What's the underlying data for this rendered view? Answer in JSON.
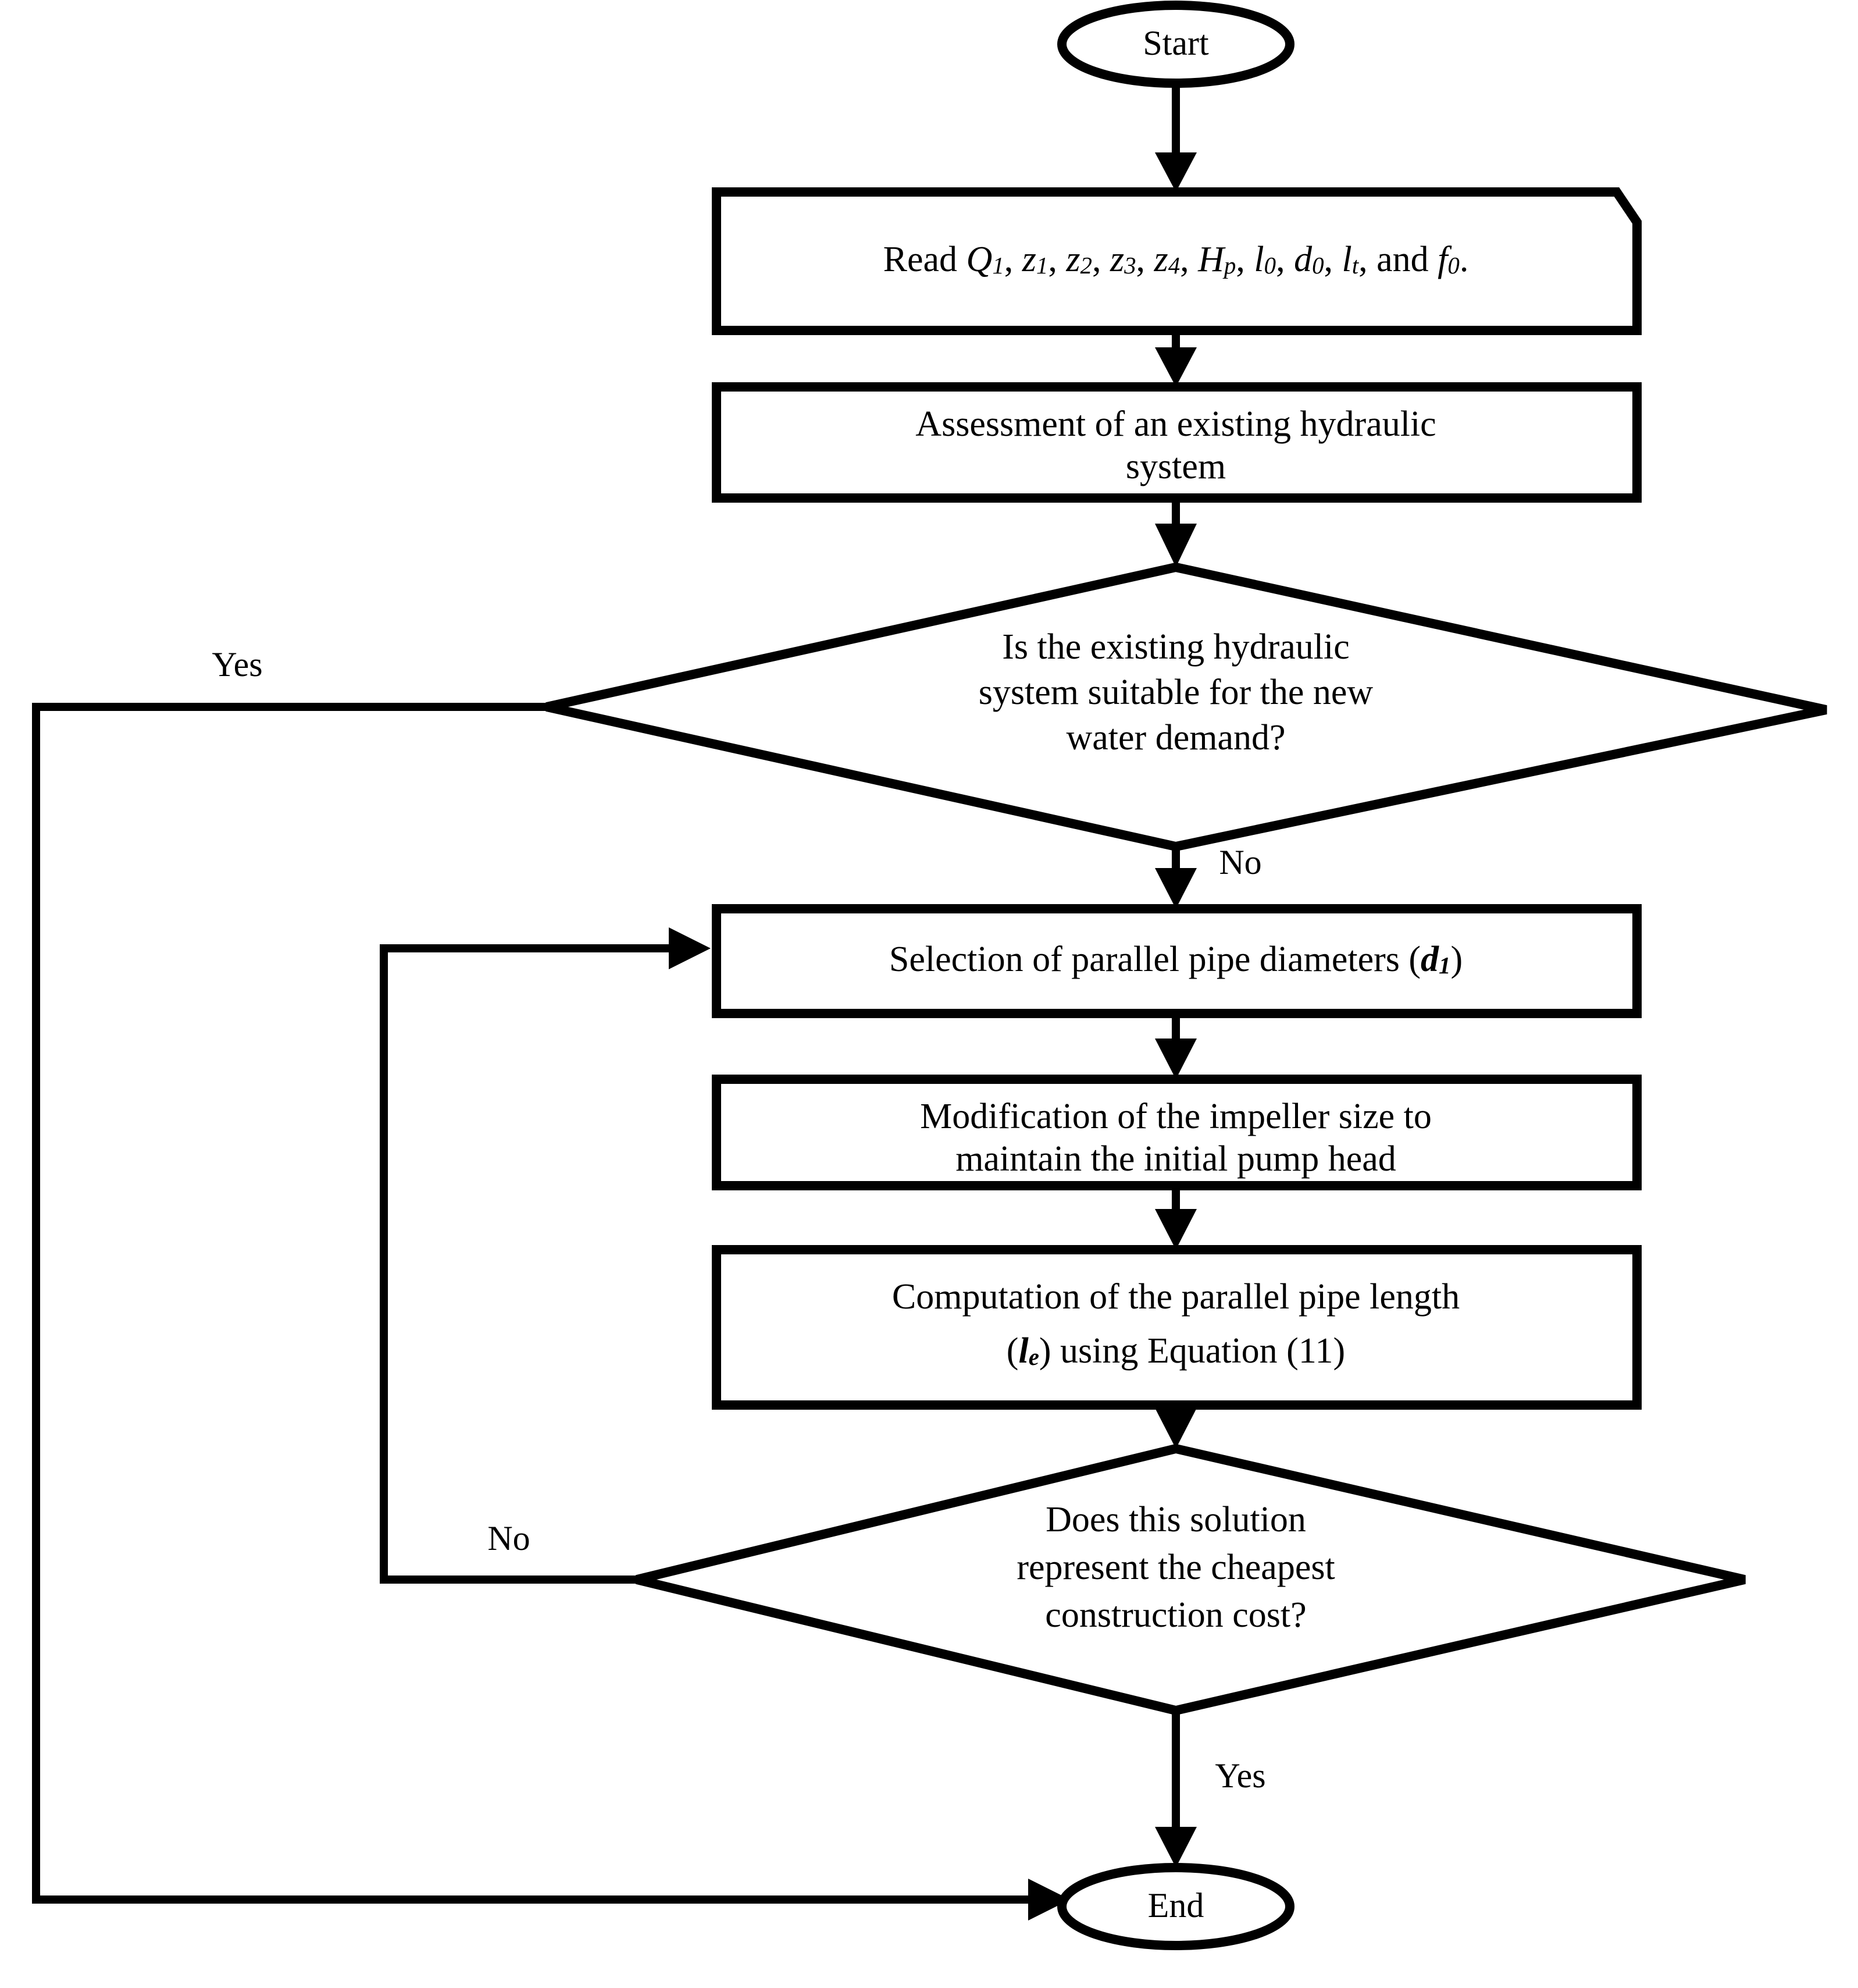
{
  "diagram": {
    "title": "Flowchart for parallel pipe design of an existing hydraulic system",
    "type": "flowchart",
    "background_color": "#ffffff",
    "line_color": "#000000",
    "fill_color": "#ffffff"
  },
  "nodes": {
    "start": {
      "id": "start",
      "shape": "terminal-oval",
      "label": "Start"
    },
    "read": {
      "id": "read",
      "shape": "input-notched-rect",
      "label": "Read Q₁, z₁, z₂, z₃, z₄, Hₚ, l₀, d₀, lₜ, and f₀.",
      "text_prefix": "Read ",
      "variables": [
        {
          "base": "Q",
          "sub": "1"
        },
        {
          "base": "z",
          "sub": "1"
        },
        {
          "base": "z",
          "sub": "2"
        },
        {
          "base": "z",
          "sub": "3"
        },
        {
          "base": "z",
          "sub": "4"
        },
        {
          "base": "H",
          "sub": "p"
        },
        {
          "base": "l",
          "sub": "0"
        },
        {
          "base": "d",
          "sub": "0"
        },
        {
          "base": "l",
          "sub": "t"
        }
      ],
      "conjunction": "and",
      "last_variable": {
        "base": "f",
        "sub": "0"
      },
      "terminator": "."
    },
    "assessment": {
      "id": "assessment",
      "shape": "process-rect",
      "label_line1": "Assessment of an existing hydraulic",
      "label_line2": "system"
    },
    "decision1": {
      "id": "decision1",
      "shape": "decision-diamond",
      "label_line1": "Is the existing hydraulic",
      "label_line2": "system suitable for the new",
      "label_line3": "water demand?",
      "yes_label": "Yes",
      "no_label": "No"
    },
    "selection": {
      "id": "selection",
      "shape": "process-rect",
      "label_prefix": "Selection of parallel pipe diameters (",
      "label_var_base": "d",
      "label_var_sub": "1",
      "label_suffix": ")"
    },
    "modification": {
      "id": "modification",
      "shape": "process-rect",
      "label_line1": "Modification of the impeller size to",
      "label_line2": "maintain the initial pump head"
    },
    "computation": {
      "id": "computation",
      "shape": "process-rect",
      "label_line1": "Computation of the parallel pipe length",
      "label_line2_prefix": "(",
      "label_line2_var_base": "l",
      "label_line2_var_sub": "e",
      "label_line2_suffix": ") using Equation (11)"
    },
    "decision2": {
      "id": "decision2",
      "shape": "decision-diamond",
      "label_line1": "Does this solution",
      "label_line2": "represent the cheapest",
      "label_line3": "construction cost?",
      "yes_label": "Yes",
      "no_label": "No"
    },
    "end": {
      "id": "end",
      "shape": "terminal-oval",
      "label": "End"
    }
  },
  "edge_labels": {
    "d1_yes": "Yes",
    "d1_no": "No",
    "d2_no": "No",
    "d2_yes": "Yes"
  }
}
